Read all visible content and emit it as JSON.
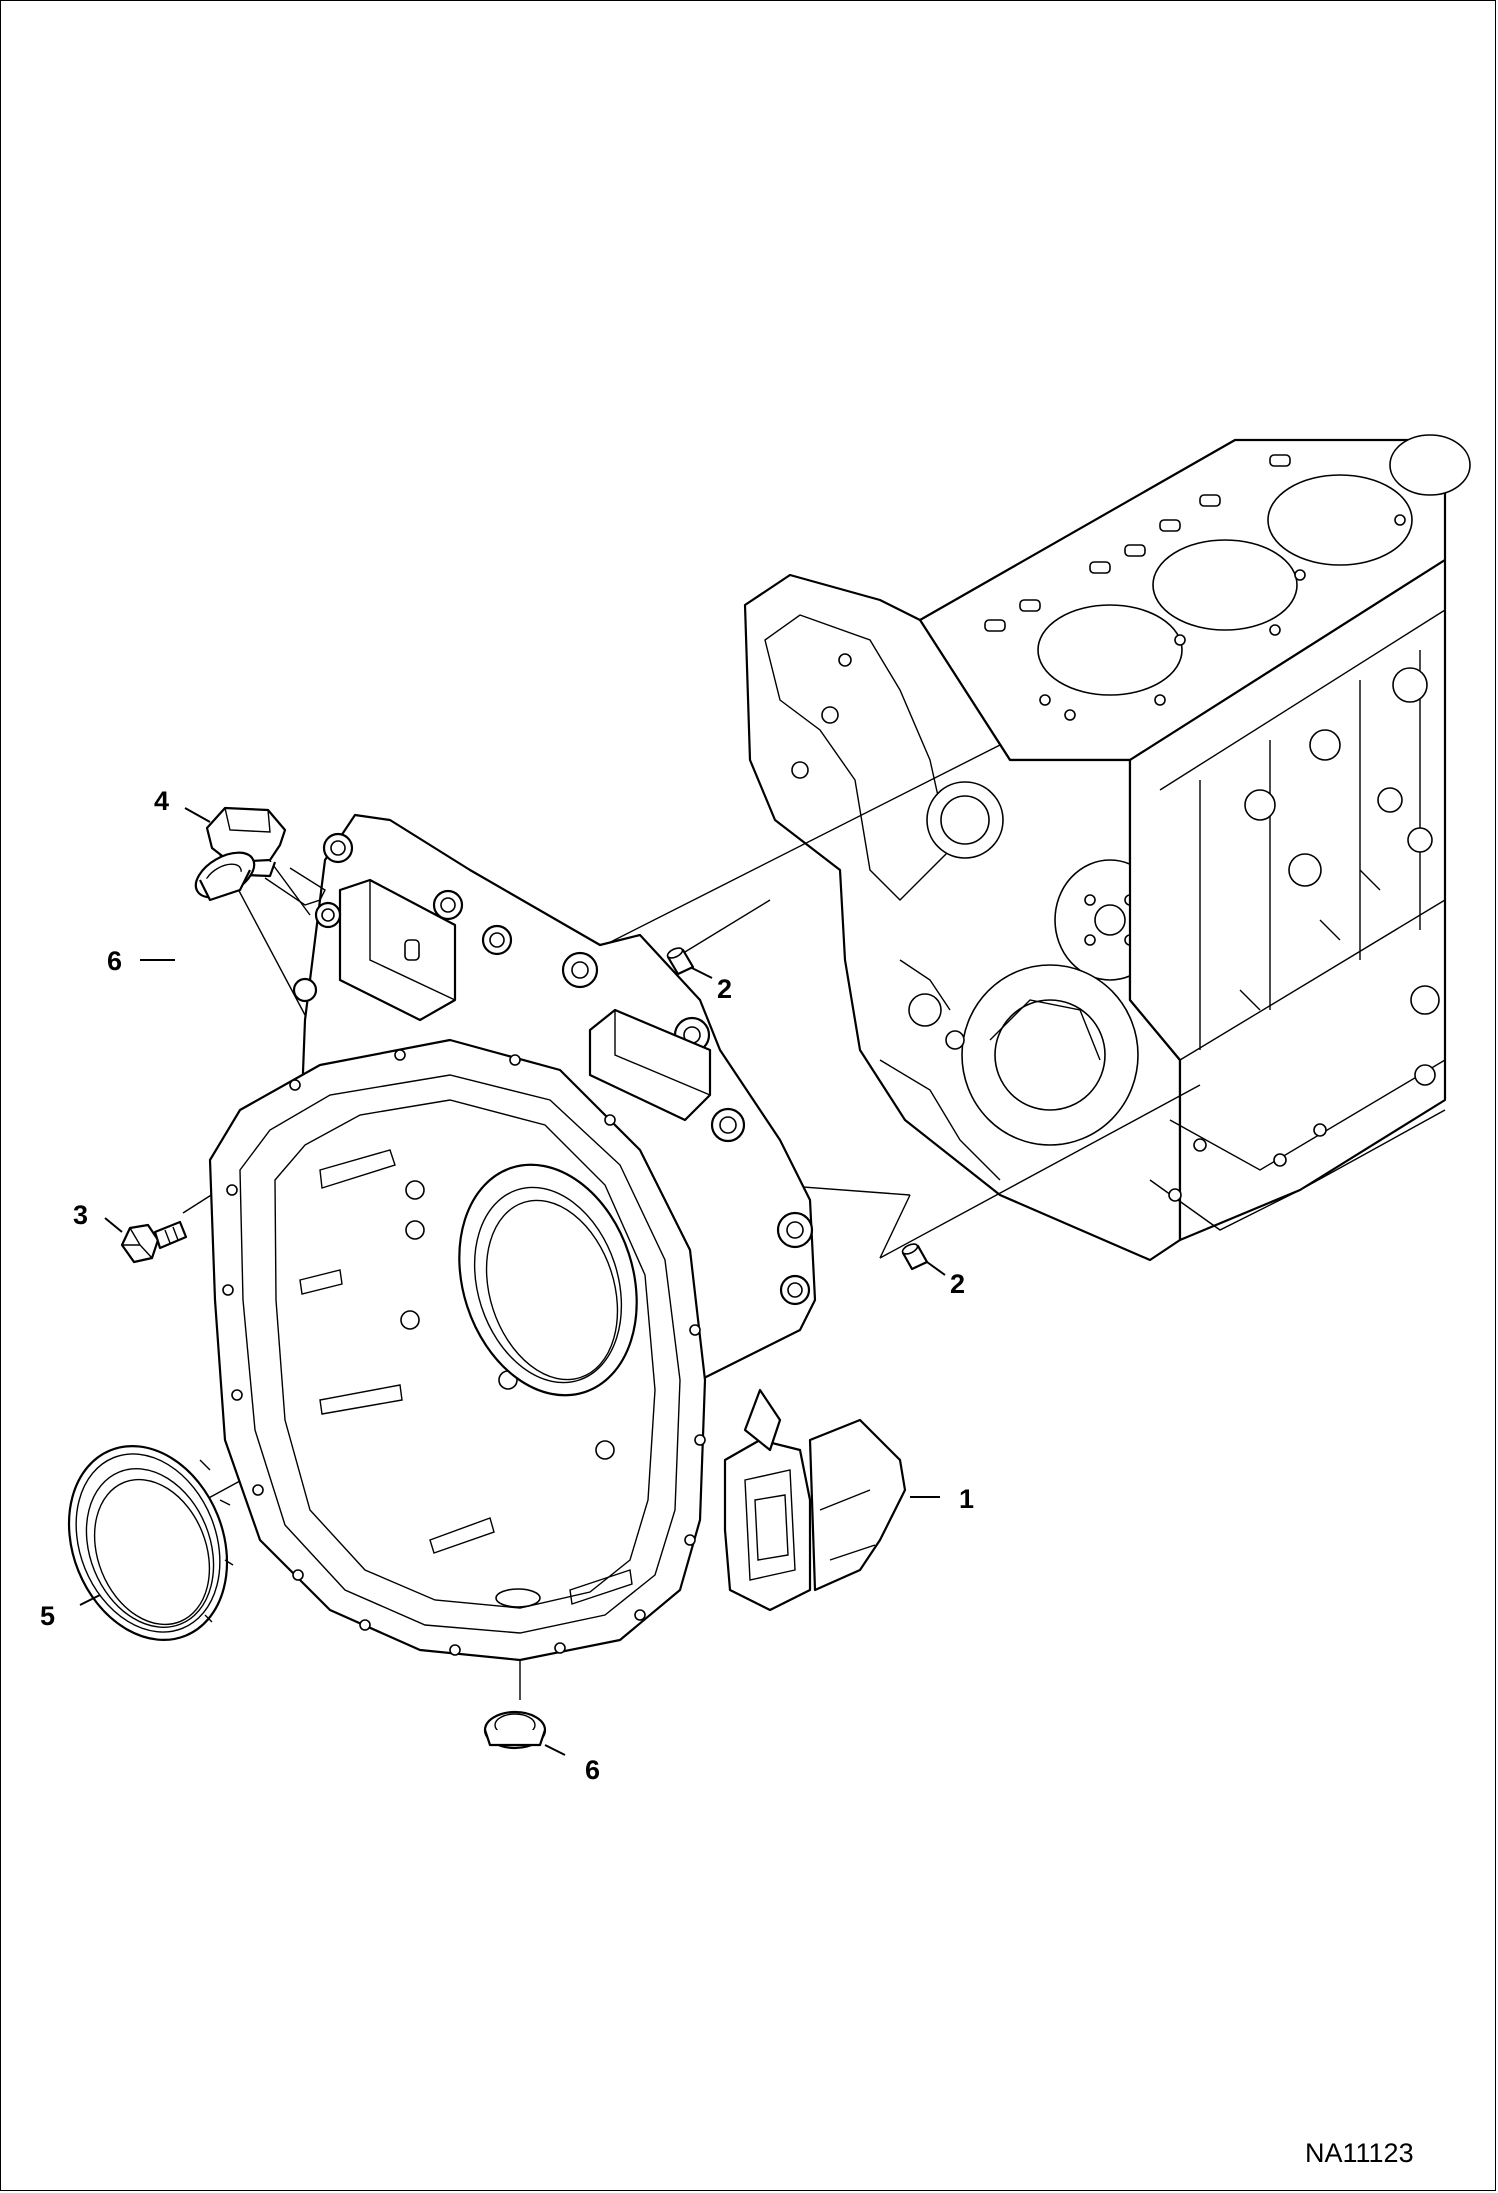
{
  "figure_id": "NA11123",
  "callouts": [
    {
      "id": "callout-1",
      "text": "1"
    },
    {
      "id": "callout-2a",
      "text": "2"
    },
    {
      "id": "callout-2b",
      "text": "2"
    },
    {
      "id": "callout-3",
      "text": "3"
    },
    {
      "id": "callout-4",
      "text": "4"
    },
    {
      "id": "callout-5",
      "text": "5"
    },
    {
      "id": "callout-6a",
      "text": "6"
    },
    {
      "id": "callout-6b",
      "text": "6"
    }
  ],
  "line_color": "#000000",
  "background_color": "#ffffff"
}
